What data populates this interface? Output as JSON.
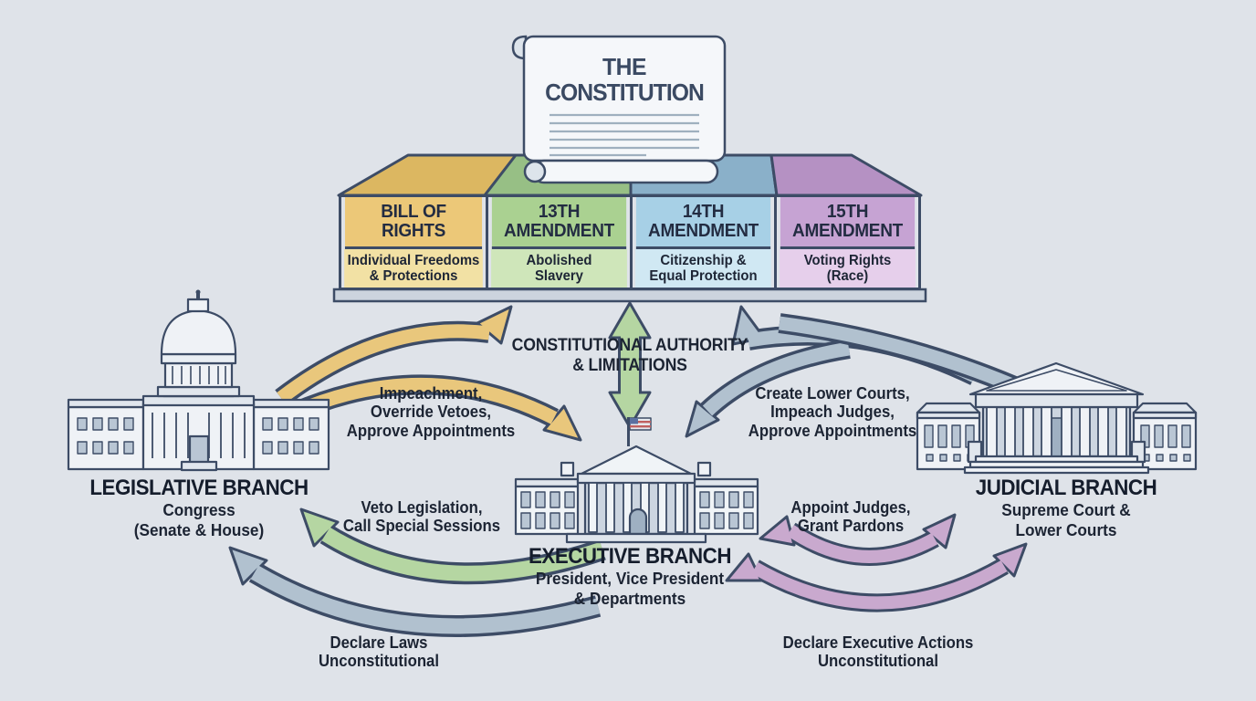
{
  "constitution": {
    "title_line1": "THE",
    "title_line2": "CONSTITUTION"
  },
  "amendments": [
    {
      "name": "BILL OF\nRIGHTS",
      "desc": "Individual Freedoms\n& Protections",
      "header_color": "#ecc878",
      "body_color": "#f2e1a4",
      "roof_color": "#dcb761"
    },
    {
      "name": "13TH\nAMENDMENT",
      "desc": "Abolished\nSlavery",
      "header_color": "#aad191",
      "body_color": "#cfe6ba",
      "roof_color": "#97bf85"
    },
    {
      "name": "14TH\nAMENDMENT",
      "desc": "Citizenship &\nEqual Protection",
      "header_color": "#a7d0e6",
      "body_color": "#d0e8f3",
      "roof_color": "#8ab0c9"
    },
    {
      "name": "15TH\nAMENDMENT",
      "desc": "Voting Rights\n(Race)",
      "header_color": "#c6a3d3",
      "body_color": "#e6cfeb",
      "roof_color": "#b591c3"
    }
  ],
  "center_label": "CONSTITUTIONAL AUTHORITY\n& LIMITATIONS",
  "branches": {
    "legislative": {
      "title": "LEGISLATIVE BRANCH",
      "subtitle": "Congress\n(Senate & House)"
    },
    "executive": {
      "title": "EXECUTIVE BRANCH",
      "subtitle": "President, Vice President\n& Departments"
    },
    "judicial": {
      "title": "JUDICIAL BRANCH",
      "subtitle": "Supreme Court &\nLower Courts"
    }
  },
  "checks": {
    "legislative_over_executive": "Impeachment,\nOverride Vetoes,\nApprove Appointments",
    "legislative_over_judicial": "Create Lower Courts,\nImpeach Judges,\nApprove Appointments",
    "executive_over_legislative": "Veto Legislation,\nCall Special Sessions",
    "executive_judicial": "Appoint Judges,\nGrant Pardons",
    "judicial_over_legislative": "Declare Laws\nUnconstitutional",
    "judicial_over_executive": "Declare Executive Actions\nUnconstitutional"
  },
  "colors": {
    "background": "#dfe3e9",
    "outline": "#3d4c66",
    "arrow_yellow": "#e9c77c",
    "arrow_green": "#b5d6a2",
    "arrow_gray": "#b1c1cf",
    "arrow_purple": "#c9a9ce",
    "slab": "#ccd4de"
  }
}
